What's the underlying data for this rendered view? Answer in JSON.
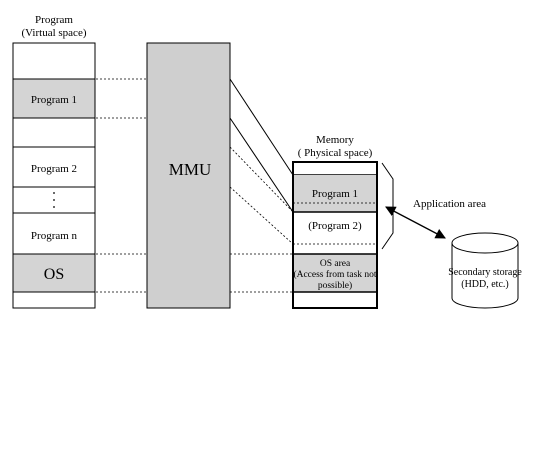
{
  "program": {
    "title": "Program",
    "subtitle": "(Virtual space)",
    "blocks": {
      "p1": "Program 1",
      "p2": "Program 2",
      "dots": ". . .",
      "pn": "Program n",
      "os": "OS"
    }
  },
  "mmu": {
    "label": "MMU"
  },
  "memory": {
    "title": "Memory",
    "subtitle": "( Physical space)",
    "blocks": {
      "p1": "Program 1",
      "p2": "(Program 2)",
      "os_line1": "OS area",
      "os_line2": "(Access from task not",
      "os_line3": "possible)"
    }
  },
  "application_area": {
    "label": "Application area"
  },
  "storage": {
    "line1": "Secondary storage",
    "line2": "(HDD, etc.)"
  },
  "colors": {
    "shaded": "#d4d4d4",
    "mmu_fill": "#cfcfcf",
    "stroke": "#000000"
  }
}
